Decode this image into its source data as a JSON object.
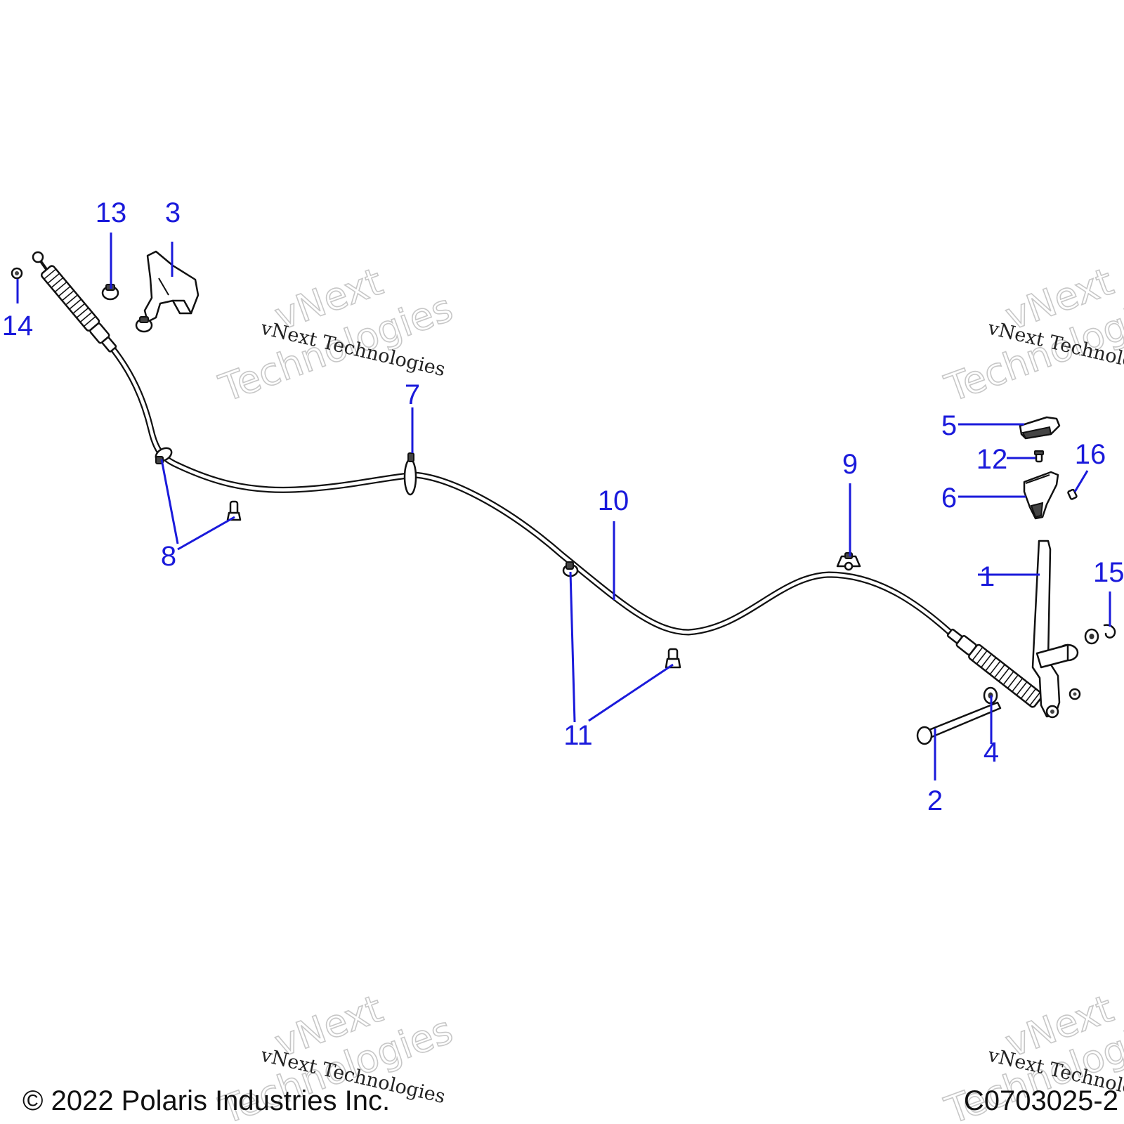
{
  "callouts": {
    "c1": "1",
    "c2": "2",
    "c3": "3",
    "c4": "4",
    "c5": "5",
    "c6": "6",
    "c7": "7",
    "c8": "8",
    "c9": "9",
    "c10": "10",
    "c11": "11",
    "c12": "12",
    "c13": "13",
    "c14": "14",
    "c15": "15",
    "c16": "16"
  },
  "watermark": {
    "line": "vNext Technologies",
    "brand_top": "vNext",
    "brand_bottom": "Technologies"
  },
  "footer": {
    "copyright": "© 2022 Polaris Industries Inc.",
    "drawing_number": "C0703025-2"
  },
  "colors": {
    "callout": "#1a1adb",
    "linework": "#111111",
    "background": "#ffffff"
  }
}
